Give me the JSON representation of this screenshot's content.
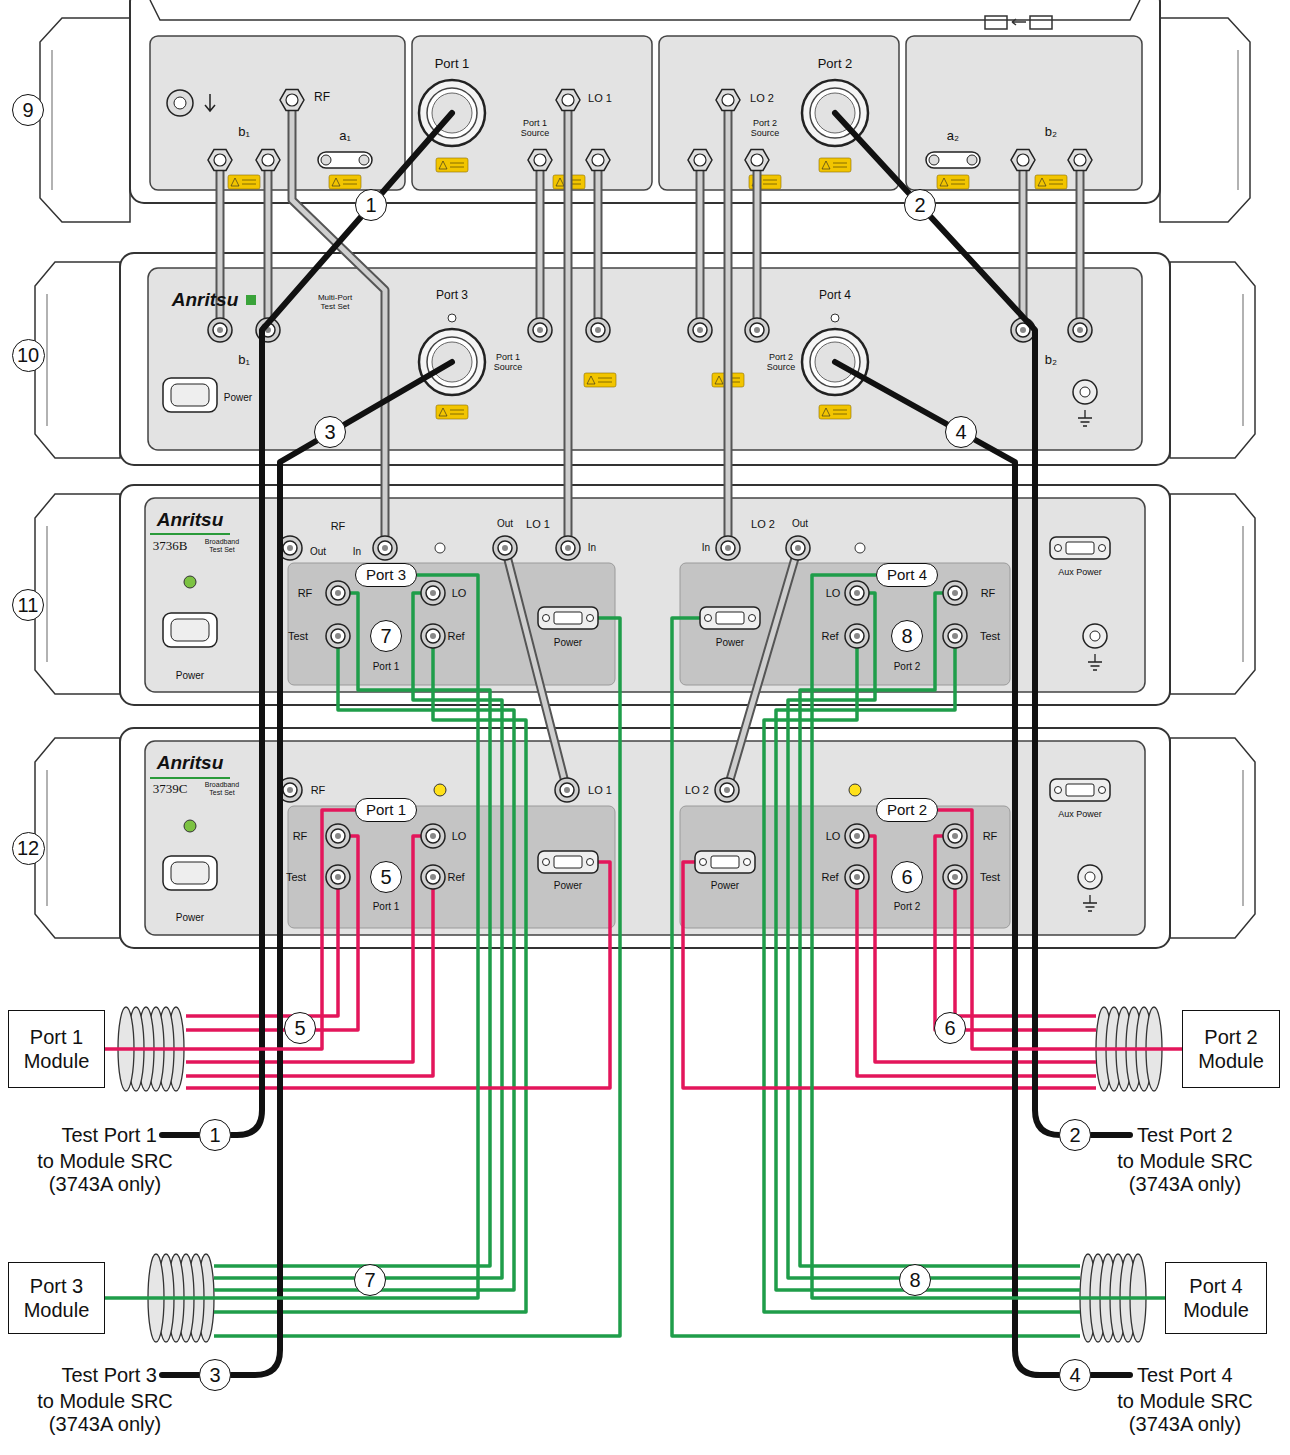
{
  "diagram": {
    "nodes": [
      {
        "text": [
          "Port 3"
        ]
      },
      {
        "text": [
          "Port 4"
        ]
      },
      {
        "text": [
          "Port 1"
        ]
      },
      {
        "text": [
          "Port 2"
        ]
      },
      {
        "text": [
          "Port 1 Module"
        ]
      },
      {
        "text": [
          "Port 2 Module"
        ]
      },
      {
        "text": [
          "Port 3 Module"
        ]
      },
      {
        "text": [
          "Port 4 Module"
        ]
      }
    ],
    "edges": [
      {
        "from": 0,
        "to": 6,
        "arrow": "none"
      },
      {
        "from": 1,
        "to": 7,
        "arrow": "none"
      },
      {
        "from": 2,
        "to": 4,
        "arrow": "none"
      },
      {
        "from": 3,
        "to": 5,
        "arrow": "none"
      }
    ],
    "labels": [
      "9",
      "10",
      "11",
      "12",
      "RF",
      "Port 1",
      "LO 1",
      "Port 1 Source",
      "LO 2",
      "Port 2 Source",
      "Port 2",
      "b₁",
      "a₁",
      "a₂",
      "b₂",
      "1",
      "2",
      "Anritsu",
      "Multi-Port Test Set",
      "Port 3",
      "Port 1 Source",
      "Port 2 Source",
      "Port 4",
      "b₁",
      "b₂",
      "Power",
      "3",
      "4",
      "Anritsu",
      "3736B",
      "Broadband Test Set",
      "Power",
      "RF",
      "Out",
      "In",
      "Out",
      "LO 1",
      "In",
      "LO 2",
      "In",
      "Out",
      "Aux Power",
      "RF",
      "LO",
      "Test",
      "Ref",
      "Port 1",
      "7",
      "Power",
      "Power",
      "LO",
      "RF",
      "Ref",
      "Test",
      "Port 2",
      "8",
      "Anritsu",
      "3739C",
      "Broadband Test Set",
      "Power",
      "RF",
      "LO 1",
      "LO 2",
      "Aux Power",
      "RF",
      "LO",
      "Test",
      "Ref",
      "Port 1",
      "5",
      "Power",
      "Power",
      "LO",
      "RF",
      "Ref",
      "Test",
      "Port 2",
      "6",
      "5",
      "6",
      "7",
      "8",
      "1",
      "Test Port 1",
      "to Module SRC (3743A only)",
      "2",
      "Test Port 2",
      "to Module SRC (3743A only)",
      "3",
      "Test Port 3",
      "to Module SRC (3743A only)",
      "4",
      "Test Port 4",
      "to Module SRC (3743A only)"
    ]
  }
}
